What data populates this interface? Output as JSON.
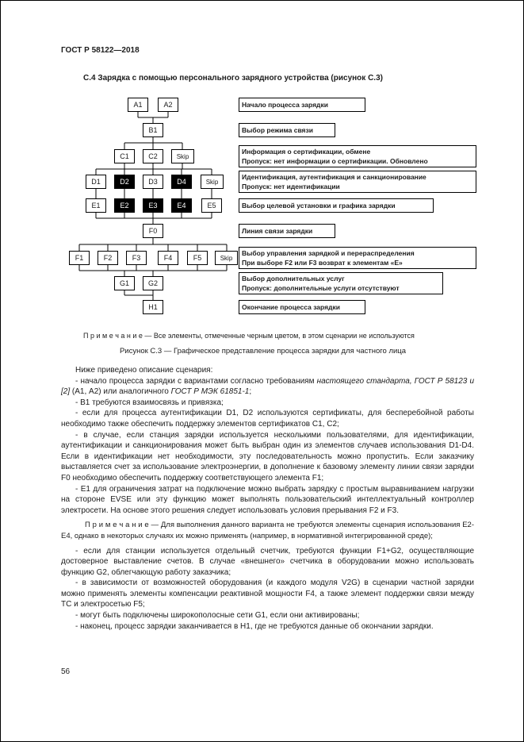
{
  "page": {
    "header": "ГОСТ Р 58122—2018",
    "number": "56"
  },
  "section": {
    "heading": "С.4 Зарядка с помощью персонального зарядного устройства (рисунок С.3)"
  },
  "figure": {
    "note": "П р и м е ч а н и е — Все элементы, отмеченные черным цветом, в этом сценарии не используются",
    "caption": "Рисунок С.3 — Графическое представление процесса зарядки для частного лица"
  },
  "flowchart": {
    "boxes": [
      {
        "label": "A1"
      },
      {
        "label": "A2"
      },
      {
        "label": "B1"
      },
      {
        "label": "C1"
      },
      {
        "label": "C2"
      },
      {
        "label": "Skip"
      },
      {
        "label": "D1"
      },
      {
        "label": "D2",
        "black": true
      },
      {
        "label": "D3"
      },
      {
        "label": "D4",
        "black": true
      },
      {
        "label": "Skip"
      },
      {
        "label": "E1"
      },
      {
        "label": "E2",
        "black": true
      },
      {
        "label": "E3",
        "black": true
      },
      {
        "label": "E4",
        "black": true
      },
      {
        "label": "E5"
      },
      {
        "label": "F0"
      },
      {
        "label": "F1"
      },
      {
        "label": "F2"
      },
      {
        "label": "F3"
      },
      {
        "label": "F4"
      },
      {
        "label": "F5"
      },
      {
        "label": "Skip"
      },
      {
        "label": "G1"
      },
      {
        "label": "G2"
      },
      {
        "label": "H1"
      }
    ],
    "side_labels": [
      {
        "line1": "Начало процесса зарядки"
      },
      {
        "line1": "Выбор режима связи"
      },
      {
        "line1": "Информация о сертификации, обмене",
        "line2": "Пропуск: нет информации о сертификации. Обновлено"
      },
      {
        "line1": "Идентификация, аутентификация и санкционирование",
        "line2": "Пропуск: нет идентификации"
      },
      {
        "line1": "Выбор целевой установки и графика зарядки"
      },
      {
        "line1": "Линия связи зарядки"
      },
      {
        "line1": "Выбор управления зарядкой и перераспределения",
        "line2": "При выборе F2 или F3 возврат к элементам «Е»"
      },
      {
        "line1": "Выбор дополнительных услуг",
        "line2": "Пропуск: дополнительные услуги отсутствуют"
      },
      {
        "line1": "Окончание процесса зарядки"
      }
    ]
  },
  "body": {
    "intro": "Ниже приведено описание сценария:",
    "p_start": {
      "t1": "- начало процесса зарядки с вариантами согласно требованиям ",
      "i1": "настоящего стандарта, ГОСТ Р 58123 и [2]",
      "t2": " (А1, А2) или аналогичного ",
      "i2": "ГОСТ Р МЭК 61851-1",
      "t3": ";"
    },
    "p_b1": "- В1 требуются взаимосвязь и привязка;",
    "p_cert": "- если для процесса аутентификации D1, D2 используются сертификаты, для бесперебойной работы необходимо также обеспечить поддержку элементов сертификатов С1, С2;",
    "p_ident": "- в случае, если станция зарядки используется несколькими пользователями, для идентификации, аутентификации и санкционирования может быть выбран один из элементов случаев использования D1-D4. Если в идентификации нет необходимости, эту последовательность можно пропустить. Если заказчику выставляется счет за использование электроэнергии, в дополнение к базовому элементу линии связи зарядки F0 необходимо обеспечить поддержку соответствующего элемента F1;",
    "p_e1": "- Е1 для ограничения затрат на подключение можно выбрать зарядку с простым выравниванием нагрузки на стороне EVSE или эту функцию может выполнять пользовательский интеллектуальный контроллер электросети. На основе этого решения следует использовать условия прерывания F2 и F3.",
    "note": "П р и м е ч а н и е — Для выполнения данного варианта не требуются элементы сценария использования Е2-Е4, однако в некоторых случаях их можно применять (например, в нормативной интегрированной среде);",
    "p_meter": "- если для станции используется отдельный счетчик, требуются функции F1+G2, осуществляющие достоверное выставление счетов. В случае «внешнего» счетчика в оборудовании можно использовать функцию G2, облегчающую работу заказчика;",
    "p_v2g": "- в зависимости от возможностей оборудования (и каждого модуля V2G) в сценарии частной зарядки можно применять элементы компенсации реактивной мощности F4, а также элемент поддержки связи между ТС и электросетью F5;",
    "p_g1": "- могут быть подключены широкополосные сети G1, если они активированы;",
    "p_end": "- наконец, процесс зарядки заканчивается в Н1, где не требуются данные об окончании зарядки."
  }
}
